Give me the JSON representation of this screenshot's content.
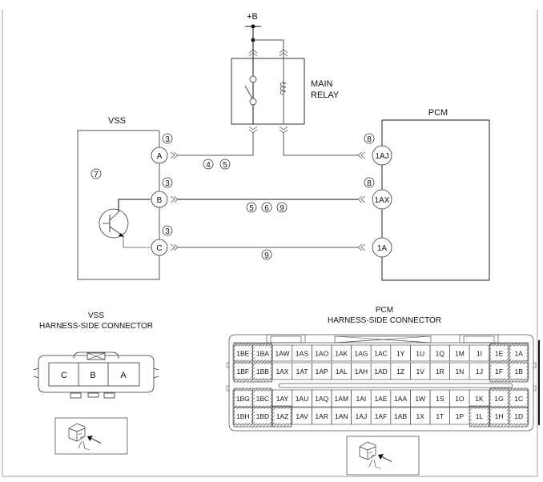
{
  "diagram": {
    "power_label": "+B",
    "relay": {
      "label_line1": "MAIN",
      "label_line2": "RELAY"
    },
    "vss": {
      "title": "VSS",
      "note": "7",
      "terminals": [
        {
          "id": "A",
          "note": "3"
        },
        {
          "id": "B",
          "note": "3"
        },
        {
          "id": "C",
          "note": "3"
        }
      ]
    },
    "pcm": {
      "title": "PCM",
      "terminals": [
        {
          "id": "1AJ",
          "note": "8"
        },
        {
          "id": "1AX",
          "note": "8"
        },
        {
          "id": "1A",
          "note": ""
        }
      ]
    },
    "wires": [
      {
        "from": "A",
        "to": "MAIN RELAY",
        "notes": [
          "4",
          "5"
        ]
      },
      {
        "from": "B",
        "to": "1AX",
        "notes": [
          "5",
          "6",
          "9"
        ]
      },
      {
        "from": "C",
        "to": "1A",
        "notes": [
          "9"
        ]
      },
      {
        "from": "MAIN RELAY",
        "to": "1AJ",
        "notes": []
      }
    ],
    "vss_connector": {
      "title_line1": "VSS",
      "title_line2": "HARNESS-SIDE CONNECTOR",
      "pins": [
        "C",
        "B",
        "A"
      ]
    },
    "pcm_connector": {
      "title_line1": "PCM",
      "title_line2": "HARNESS-SIDE CONNECTOR",
      "upper_rows": [
        [
          "1BE",
          "1BA",
          "1AW",
          "1AS",
          "1AO",
          "1AK",
          "1AG",
          "1AC",
          "1Y",
          "1U",
          "1Q",
          "1M",
          "1I",
          "1E",
          "1A"
        ],
        [
          "1BF",
          "1BB",
          "1AX",
          "1AT",
          "1AP",
          "1AL",
          "1AH",
          "1AD",
          "1Z",
          "1V",
          "1R",
          "1N",
          "1J",
          "1F",
          "1B"
        ]
      ],
      "lower_rows": [
        [
          "1BG",
          "1BC",
          "1AY",
          "1AU",
          "1AQ",
          "1AM",
          "1AI",
          "1AE",
          "1AA",
          "1W",
          "1S",
          "1O",
          "1K",
          "1G",
          "1C"
        ],
        [
          "1BH",
          "1BD",
          "1AZ",
          "1AV",
          "1AR",
          "1AN",
          "1AJ",
          "1AF",
          "1AB",
          "1X",
          "1T",
          "1P",
          "1L",
          "1H",
          "1D"
        ]
      ]
    }
  }
}
